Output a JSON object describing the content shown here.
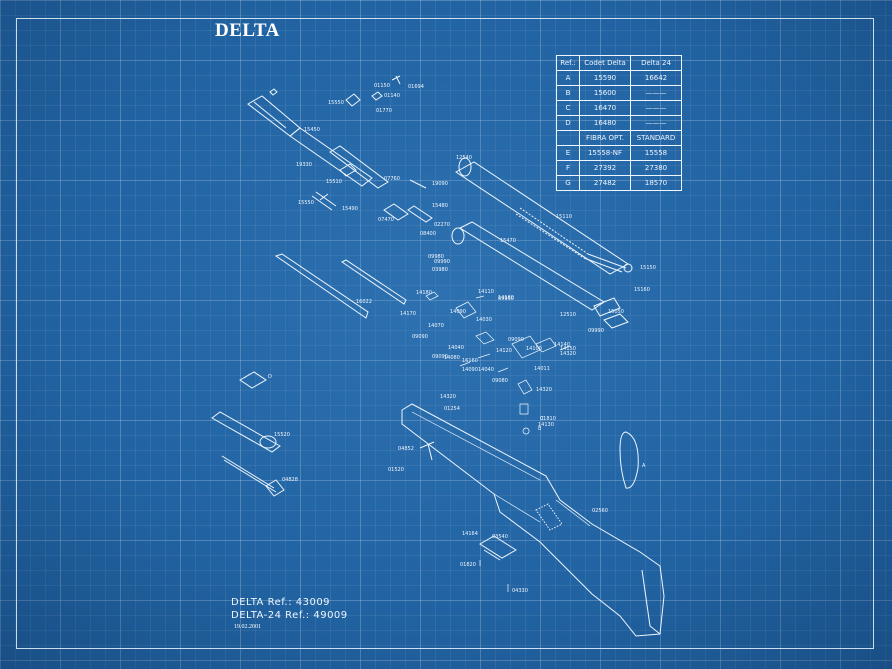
{
  "title": "DELTA",
  "table": {
    "header": [
      "Ref.:",
      "Codet Delta",
      "Delta 24"
    ],
    "rows": [
      [
        "A",
        "15590",
        "16642"
      ],
      [
        "B",
        "15600",
        "———"
      ],
      [
        "C",
        "16470",
        "———"
      ],
      [
        "D",
        "16480",
        "———"
      ]
    ],
    "header2": [
      "FIBRA OPT.",
      "STANDARD"
    ],
    "rows2": [
      [
        "E",
        "15558-NF",
        "15558"
      ],
      [
        "F",
        "27392",
        "27380"
      ],
      [
        "G",
        "27482",
        "18570"
      ]
    ]
  },
  "labels": [
    "01150",
    "01694",
    "01140",
    "15550",
    "01770",
    "15450",
    "19330",
    "15510",
    "07760",
    "15550",
    "15490",
    "19090",
    "15480",
    "07470",
    "08400",
    "02270",
    "12540",
    "15470",
    "15110",
    "15150",
    "15160",
    "09980",
    "03980",
    "09990",
    "16022",
    "14180",
    "14170",
    "14110",
    "14130",
    "09950",
    "14090",
    "14070",
    "09090",
    "14030",
    "09090",
    "12510",
    "09990",
    "15050",
    "14040",
    "14080",
    "14120",
    "09090",
    "16160",
    "14090",
    "14040",
    "09080",
    "14100",
    "14011",
    "14150",
    "14320",
    "14140",
    "14320",
    "14130",
    "14320",
    "01254",
    "01810",
    "04852",
    "01520",
    "15520",
    "04828",
    "14164",
    "03540",
    "01820",
    "04330",
    "02560",
    "A",
    "B",
    "C",
    "D",
    "E"
  ],
  "footer": {
    "line1": "DELTA   Ref.:  43009",
    "line2": "DELTA-24  Ref.:  49009",
    "date": "19.02.2001"
  }
}
